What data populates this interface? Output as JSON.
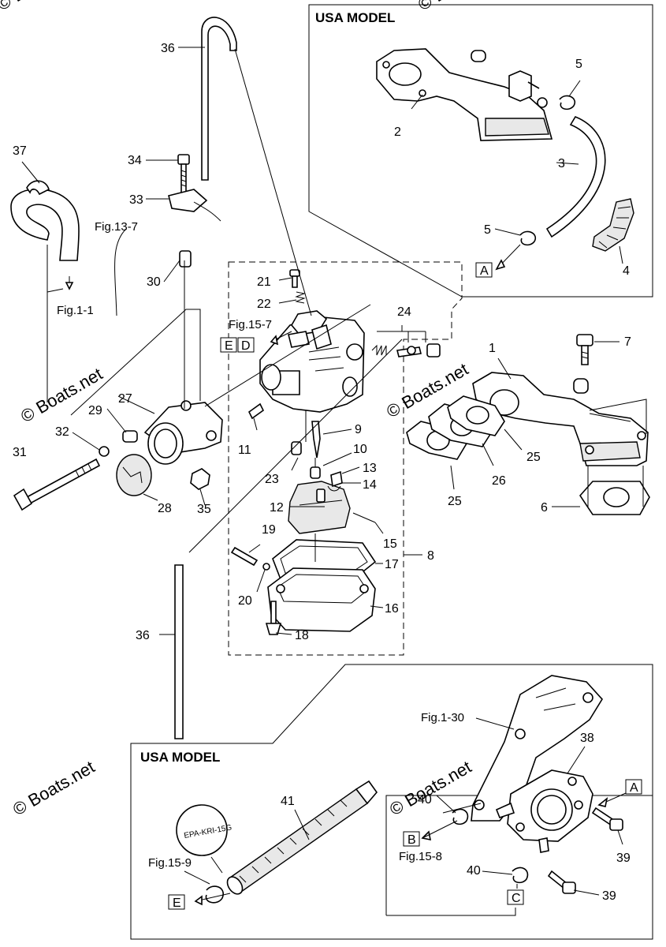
{
  "watermark": "© Boats.net",
  "titles": {
    "usa_top": "USA MODEL",
    "usa_bottom": "USA MODEL"
  },
  "fig_refs": {
    "fig13_7": "Fig.13-7",
    "fig1_1": "Fig.1-1",
    "fig15_7": "Fig.15-7",
    "fig1_30": "Fig.1-30",
    "fig15_8": "Fig.15-8",
    "fig15_9": "Fig.15-9"
  },
  "letters": {
    "A": "A",
    "B": "B",
    "C": "C",
    "D": "D",
    "E": "E"
  },
  "stamp": "EPA-KRI-15G",
  "callouts": [
    "1",
    "2",
    "3",
    "4",
    "5",
    "5",
    "6",
    "7",
    "8",
    "9",
    "10",
    "11",
    "12",
    "13",
    "14",
    "15",
    "16",
    "17",
    "18",
    "19",
    "20",
    "21",
    "22",
    "23",
    "24",
    "25",
    "25",
    "26",
    "27",
    "28",
    "29",
    "30",
    "31",
    "32",
    "33",
    "34",
    "35",
    "36",
    "36",
    "37",
    "38",
    "39",
    "39",
    "40",
    "40",
    "41"
  ]
}
